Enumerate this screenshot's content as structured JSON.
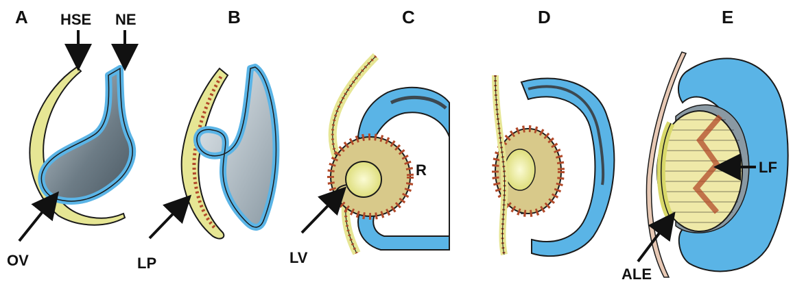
{
  "panels": [
    {
      "id": "A",
      "label": "A",
      "callouts": [
        "HSE",
        "NE",
        "OV"
      ]
    },
    {
      "id": "B",
      "label": "B",
      "callouts": [
        "LP"
      ]
    },
    {
      "id": "C",
      "label": "C",
      "callouts": [
        "LV",
        "R"
      ]
    },
    {
      "id": "D",
      "label": "D",
      "callouts": []
    },
    {
      "id": "E",
      "label": "E",
      "callouts": [
        "LF",
        "ALE"
      ]
    }
  ],
  "labels": {
    "hse": "HSE",
    "ne": "NE",
    "ov": "OV",
    "lp": "LP",
    "lv": "LV",
    "r": "R",
    "lf": "LF",
    "ale": "ALE"
  },
  "colors": {
    "neuroectoderm": "#5ab4e6",
    "surface_ectoderm": "#e8e89a",
    "lens_fibers": "#b24a2a",
    "optic_cup_shadow": "#6b7c86",
    "outline": "#1a1a1a",
    "cornea": "#e8c9b5"
  }
}
